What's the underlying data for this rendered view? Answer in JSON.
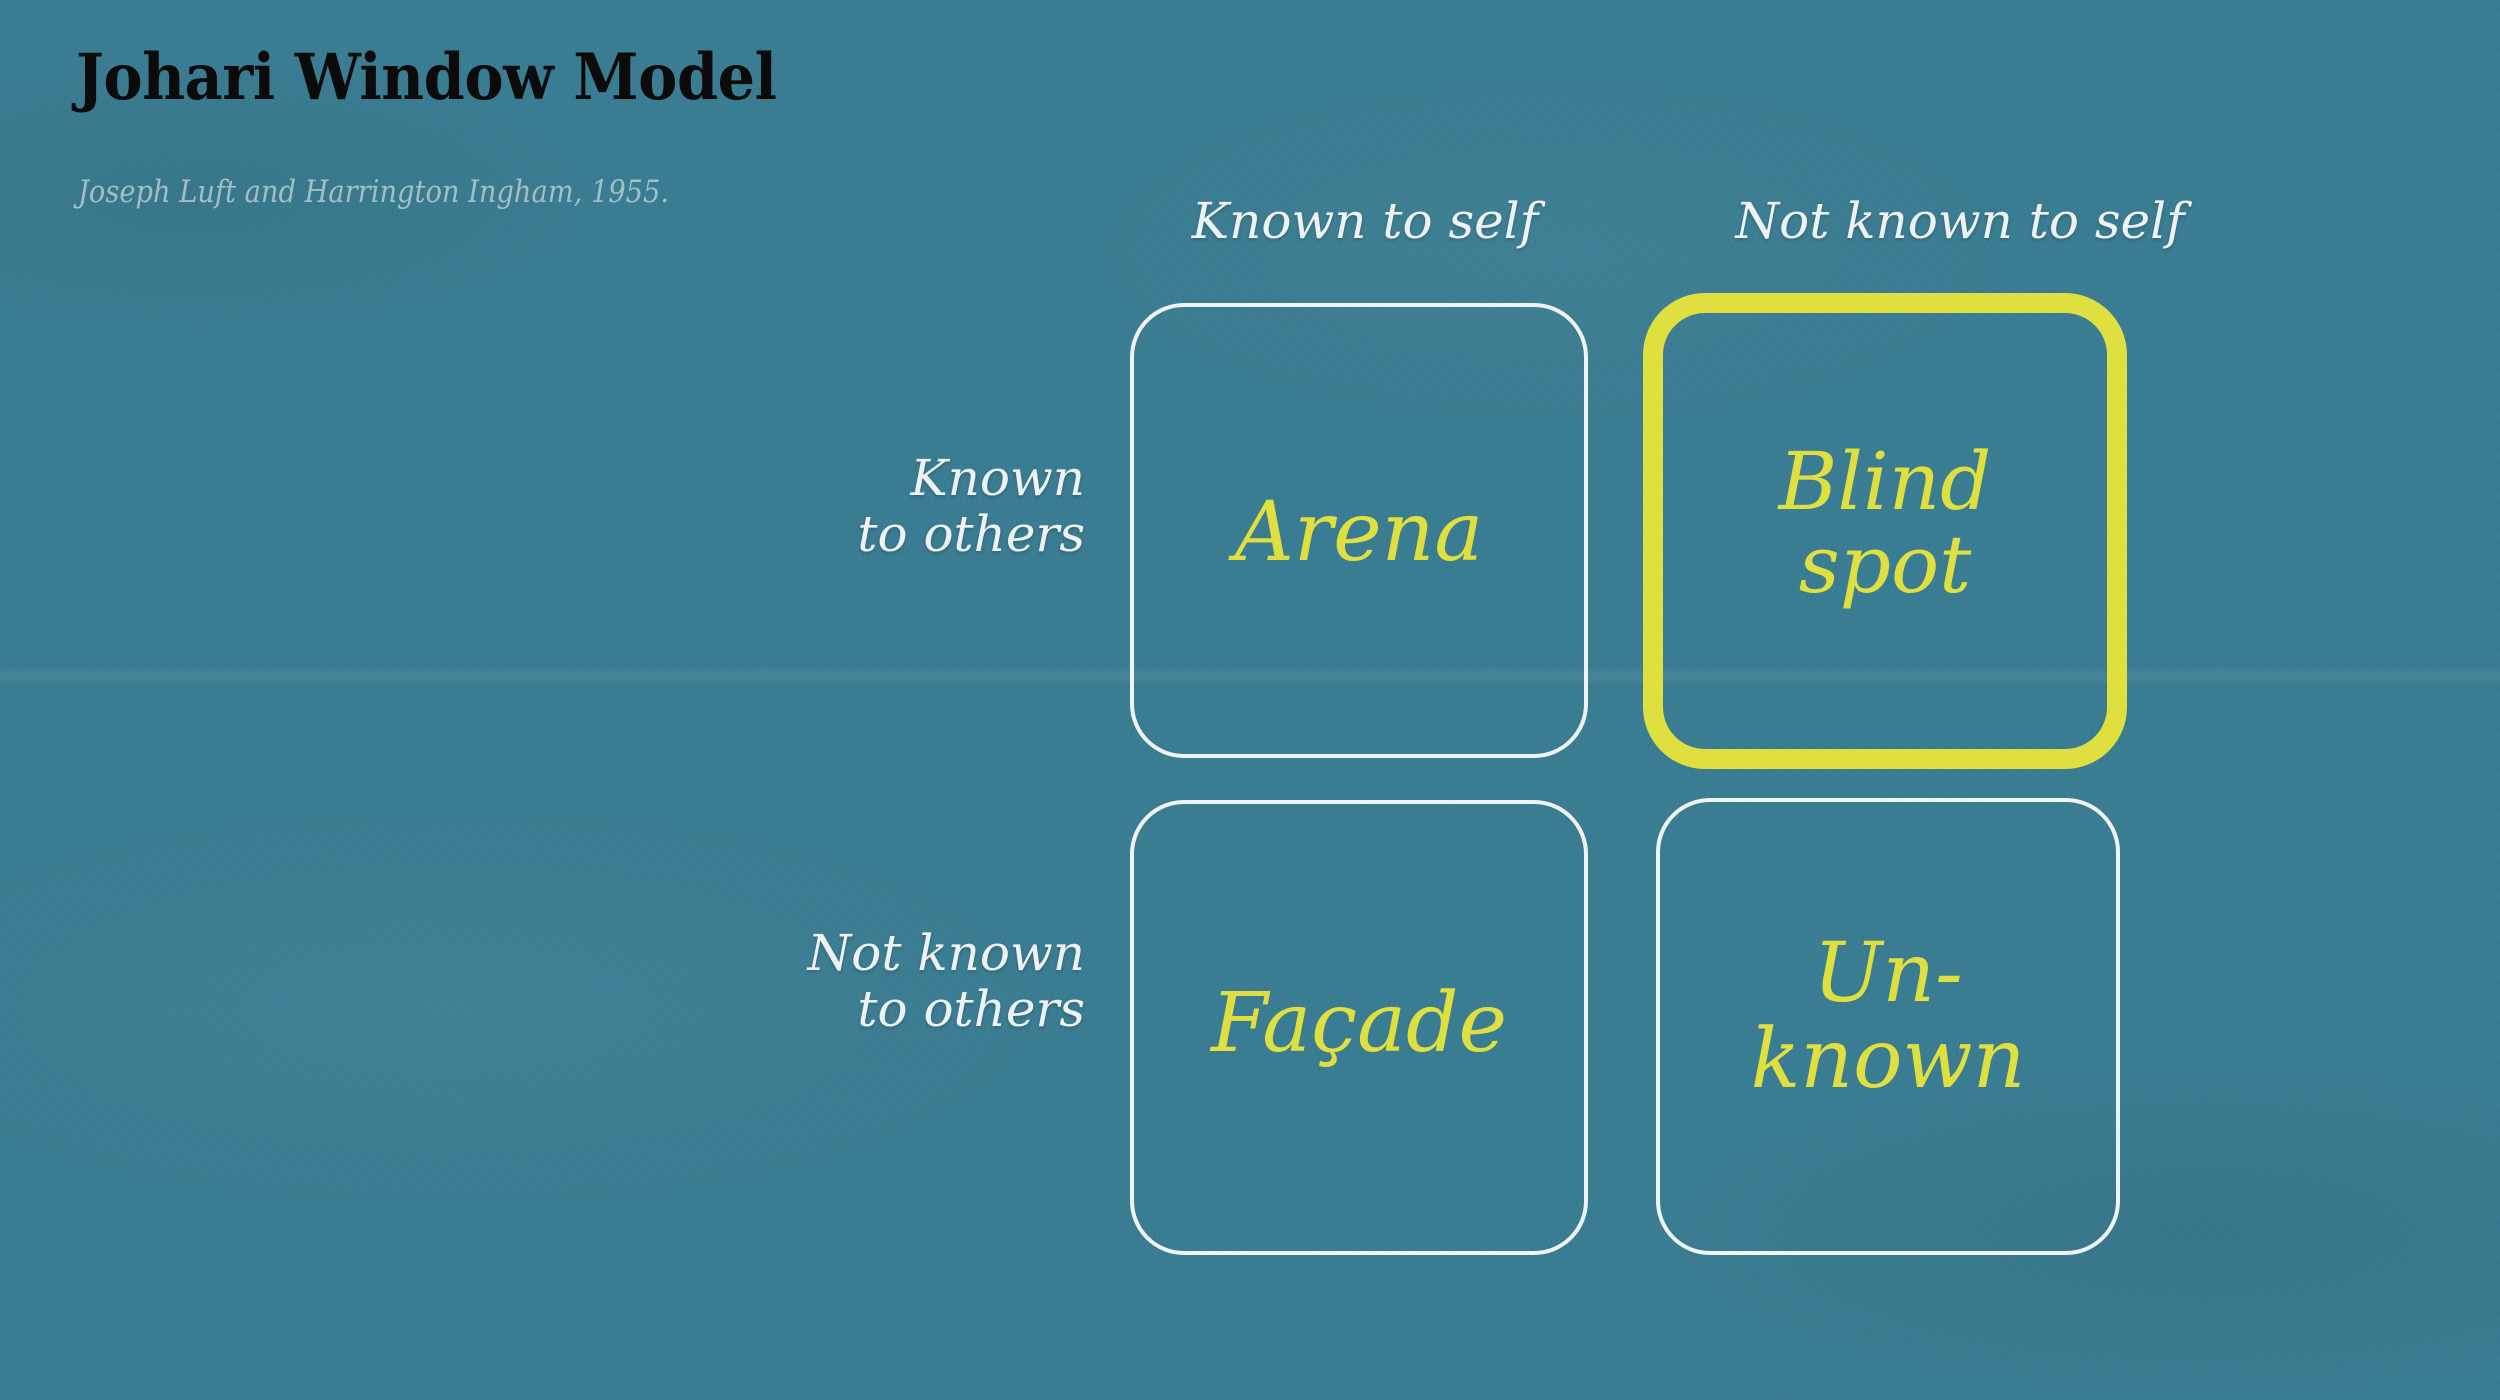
{
  "slide": {
    "title": "Johari Window Model",
    "subtitle": "Joseph Luft and Harrington Ingham, 1955.",
    "background_color": "#3a7c92",
    "accent_color": "#dfe03f",
    "text_color": "#eef2f2",
    "title_color": "#0b0b0b",
    "subtitle_color": "#a2bfc7"
  },
  "matrix": {
    "column_headers": [
      {
        "label": "Known to self"
      },
      {
        "label": "Not known to self"
      }
    ],
    "row_headers": [
      {
        "label": "Known\nto others"
      },
      {
        "label": "Not known\nto others"
      }
    ],
    "quadrants": [
      {
        "key": "arena",
        "label": "Arena",
        "row": "Known to others",
        "column": "Known to self",
        "highlighted": false,
        "border_color": "#f0f3f3",
        "label_color": "#dfe03f"
      },
      {
        "key": "blind-spot",
        "label": "Blind\nspot",
        "row": "Known to others",
        "column": "Not known to self",
        "highlighted": true,
        "border_color": "#dfe03f",
        "label_color": "#dfe03f"
      },
      {
        "key": "facade",
        "label": "Façade",
        "row": "Not known to others",
        "column": "Known to self",
        "highlighted": false,
        "border_color": "#f0f3f3",
        "label_color": "#dfe03f"
      },
      {
        "key": "unknown",
        "label": "Un-\nknown",
        "row": "Not known to others",
        "column": "Not known to self",
        "highlighted": false,
        "border_color": "#f0f3f3",
        "label_color": "#dfe03f"
      }
    ]
  }
}
